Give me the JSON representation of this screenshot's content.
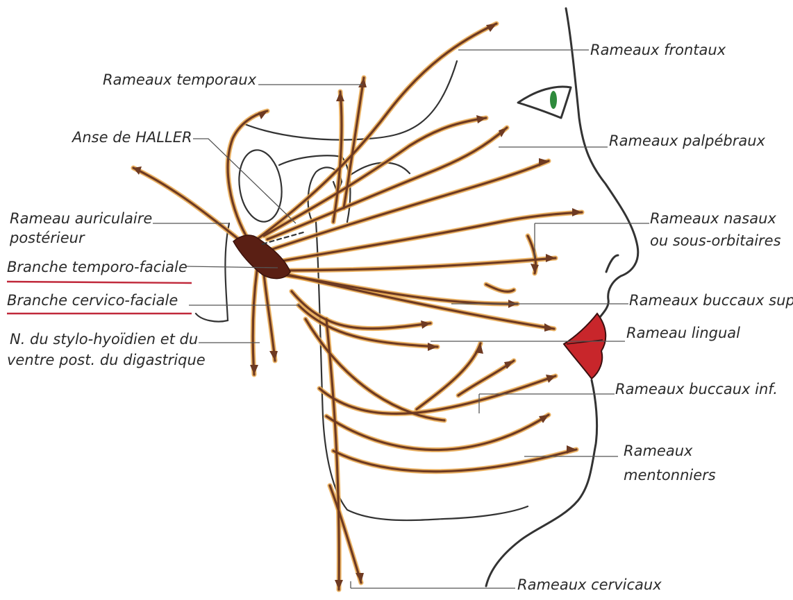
{
  "labels": {
    "frontaux": "Rameaux frontaux",
    "temporaux": "Rameaux temporaux",
    "haller": "Anse de HALLER",
    "palpebraux": "Rameaux palpébraux",
    "auriculaire_1": "Rameau auriculaire",
    "auriculaire_2": "postérieur",
    "nasaux_1": "Rameaux nasaux",
    "nasaux_2": "ou sous-orbitaires",
    "temporo_faciale": "Branche temporo-faciale",
    "cervico_faciale": "Branche cervico-faciale",
    "buccaux_sup": "Rameaux buccaux sup.",
    "lingual": "Rameau lingual",
    "stylo_1": "N. du stylo-hyoïdien et du",
    "stylo_2": "ventre post. du digastrique",
    "buccaux_inf": "Rameaux buccaux inf.",
    "mentonniers_1": "Rameaux",
    "mentonniers_2": "mentonniers",
    "cervicaux": "Rameaux cervicaux"
  },
  "colors": {
    "nerve": "#6e3a22",
    "nerve_glow": "#e8a64a",
    "trunk": "#5a1f14",
    "lips": "#c8262b",
    "eye": "#2e8a3c",
    "underline": "#c0283a",
    "outline": "#333333"
  }
}
